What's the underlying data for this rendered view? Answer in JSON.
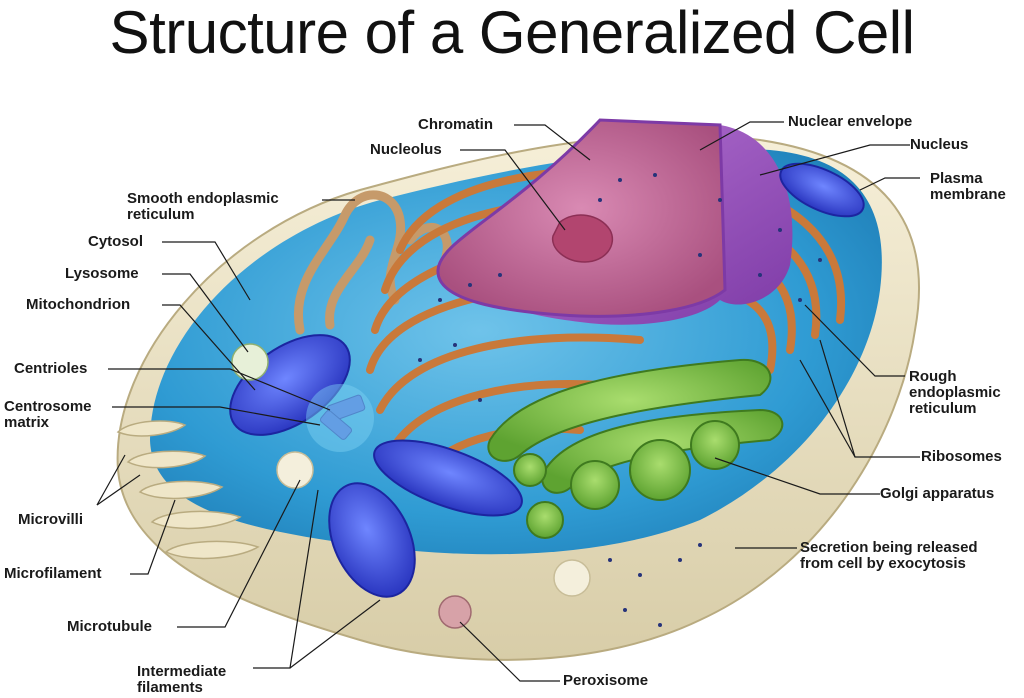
{
  "title": "Structure of a Generalized Cell",
  "labels": {
    "chromatin": "Chromatin",
    "nuclear_envelope": "Nuclear envelope",
    "nucleolus": "Nucleolus",
    "nucleus": "Nucleus",
    "smooth_er_1": "Smooth endoplasmic",
    "smooth_er_2": "reticulum",
    "plasma_membrane_1": "Plasma",
    "plasma_membrane_2": "membrane",
    "cytosol": "Cytosol",
    "lysosome": "Lysosome",
    "mitochondrion": "Mitochondrion",
    "centrioles": "Centrioles",
    "centrosome_1": "Centrosome",
    "centrosome_2": "matrix",
    "rough_er_1": "Rough",
    "rough_er_2": "endoplasmic",
    "rough_er_3": "reticulum",
    "ribosomes": "Ribosomes",
    "microvilli": "Microvilli",
    "golgi": "Golgi apparatus",
    "microfilament": "Microfilament",
    "secretion_1": "Secretion being released",
    "secretion_2": "from cell by exocytosis",
    "microtubule": "Microtubule",
    "intermediate_1": "Intermediate",
    "intermediate_2": "filaments",
    "peroxisome": "Peroxisome"
  },
  "colors": {
    "cytoplasm": "#3aa6d9",
    "membrane": "#efe6c8",
    "nucleus_envelope": "#9b4fbf",
    "nucleoplasm": "#c56a9a",
    "rough_er": "#c9793a",
    "smooth_er": "#d9b58c",
    "mitochondria": "#3b4fd8",
    "golgi": "#7cc04a",
    "leader_line": "#1a1a1a"
  }
}
